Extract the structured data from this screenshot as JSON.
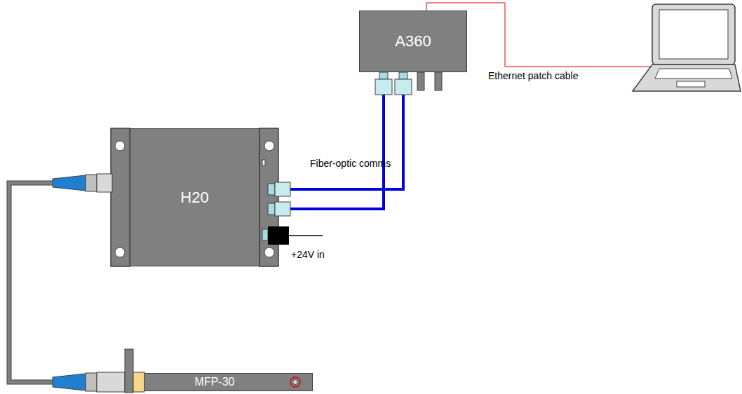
{
  "diagram": {
    "nodes": [
      {
        "text": [
          "A360"
        ]
      },
      {
        "text": [
          "H20"
        ]
      },
      {
        "text": [
          "MFP-30"
        ]
      }
    ],
    "edges": [
      {
        "from": 1,
        "to": 0,
        "arrow": "none"
      },
      {
        "from": 1,
        "to": 0,
        "arrow": "none"
      },
      {
        "from": 2,
        "to": 1,
        "arrow": "none"
      }
    ],
    "labels": [
      "Fiber-optic comms",
      "+24V in",
      "Ethernet patch cable"
    ]
  }
}
